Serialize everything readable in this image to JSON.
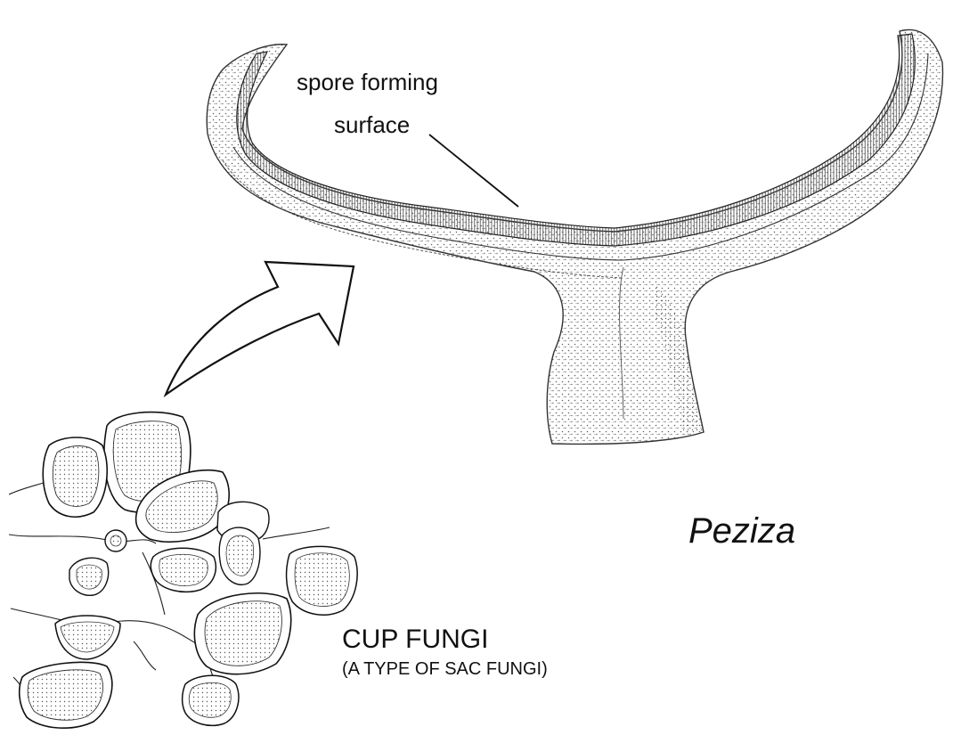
{
  "labels": {
    "spore_forming_line1": "spore forming",
    "spore_forming_line2": "surface",
    "genus_name": "Peziza",
    "cup_fungi_title": "CUP FUNGI",
    "cup_fungi_subtitle": "(A TYPE OF SAC FUNGI)"
  },
  "colors": {
    "ink": "#111111",
    "stipple": "#555555",
    "background": "#ffffff"
  },
  "figures": {
    "cross_section": "peziza-cup-cross-section-illustration",
    "cluster": "cup-fungi-cluster-illustration",
    "arrow": "curved-arrow"
  }
}
